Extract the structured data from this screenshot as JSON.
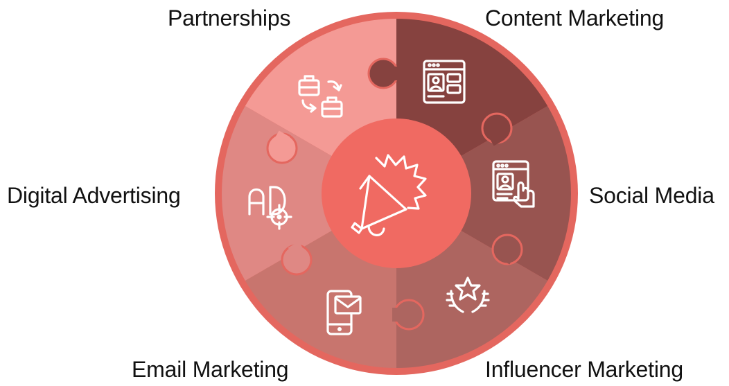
{
  "diagram": {
    "center_icon": "megaphone-badge-icon",
    "colors": {
      "outline": "#e4675f",
      "center": "#f06a62",
      "partnerships": "#f49a95",
      "content_marketing": "#86423f",
      "social_media": "#985450",
      "influencer_marketing": "#ad6560",
      "email_marketing": "#c8756e",
      "digital_advertising": "#df8884"
    },
    "segments": {
      "partnerships": {
        "label": "Partnerships",
        "icon": "partnership-exchange-icon"
      },
      "content_marketing": {
        "label": "Content Marketing",
        "icon": "webpage-layout-icon"
      },
      "social_media": {
        "label": "Social Media",
        "icon": "profile-click-icon"
      },
      "influencer_marketing": {
        "label": "Influencer Marketing",
        "icon": "star-laurel-icon"
      },
      "email_marketing": {
        "label": "Email Marketing",
        "icon": "phone-mail-icon"
      },
      "digital_advertising": {
        "label": "Digital Advertising",
        "icon": "ad-target-icon"
      }
    }
  }
}
